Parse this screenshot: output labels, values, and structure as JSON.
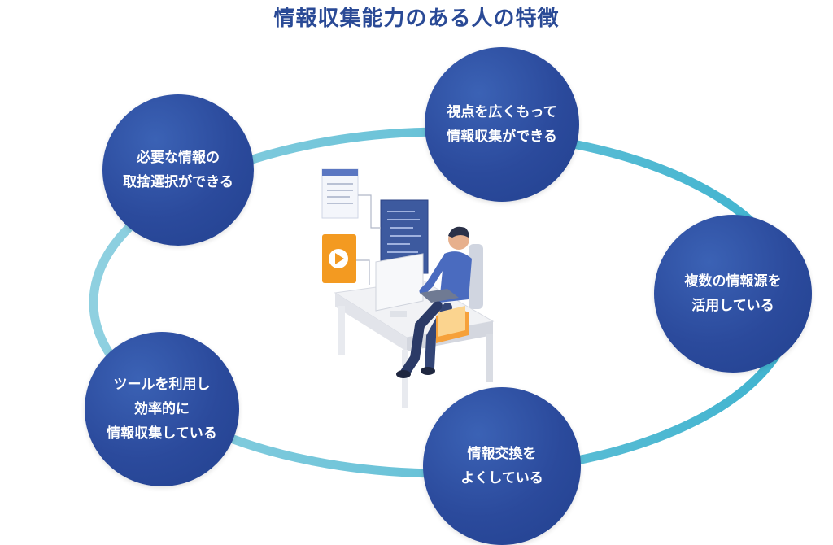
{
  "title": "情報収集能力のある人の特徴",
  "nodes": [
    {
      "lines": [
        "視点を広くもって",
        "情報収集ができる"
      ]
    },
    {
      "lines": [
        "必要な情報の",
        "取捨選択ができる"
      ]
    },
    {
      "lines": [
        "複数の情報源を",
        "活用している"
      ]
    },
    {
      "lines": [
        "ツールを利用し",
        "効率的に",
        "情報収集している"
      ]
    },
    {
      "lines": [
        "情報交換を",
        "よくしている"
      ]
    }
  ],
  "colors": {
    "title": "#2a4a96",
    "circle": "#2b4a9c",
    "ring": "#7cc7dc",
    "accent_orange": "#f39a21"
  },
  "center_illustration": "person-at-computer-desk-illustration"
}
